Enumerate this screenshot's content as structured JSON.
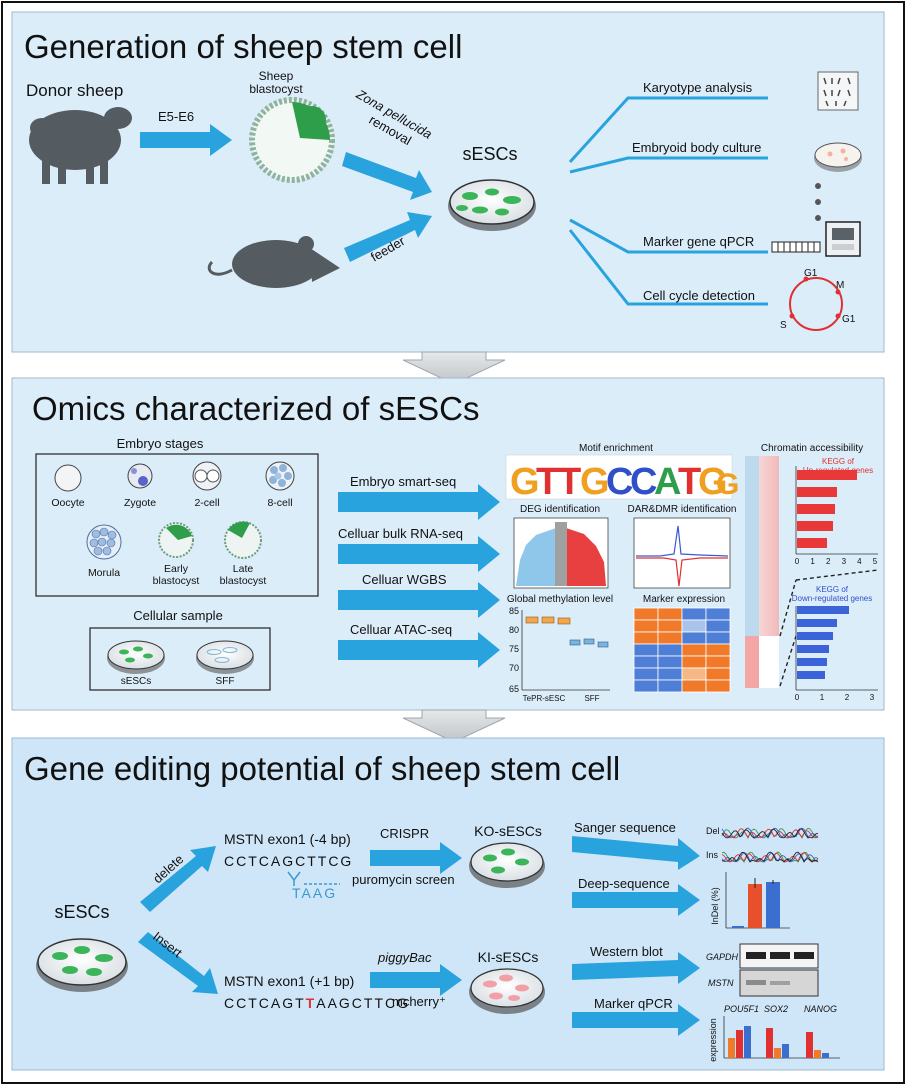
{
  "panel1": {
    "title": "Generation of sheep stem cell",
    "donor": "Donor sheep",
    "stage": "E5-E6",
    "blastocyst_line1": "Sheep",
    "blastocyst_line2": "blastocyst",
    "zona_line1": "Zona pellucida",
    "zona_line2": "removal",
    "feeder": "feeder",
    "sescs": "sESCs",
    "analyses": [
      "Karyotype analysis",
      "Embryoid body culture",
      "Marker gene qPCR",
      "Cell cycle detection"
    ],
    "cycle": {
      "g1_top": "G1",
      "m": "M",
      "s": "S",
      "g1_right": "G1"
    }
  },
  "panel2": {
    "title": "Omics characterized of sESCs",
    "embryo_box_title": "Embryo stages",
    "stages": [
      "Oocyte",
      "Zygote",
      "2-cell",
      "8-cell",
      "Morula"
    ],
    "early_line1": "Early",
    "early_line2": "blastocyst",
    "late_line1": "Late",
    "late_line2": "blastocyst",
    "cellular_title": "Cellular sample",
    "cellular_samples": [
      "sESCs",
      "SFF"
    ],
    "methods": [
      "Embryo smart-seq",
      "Celluar bulk RNA-seq",
      "Celluar WGBS",
      "Celluar ATAC-seq"
    ],
    "motif_title": "Motif enrichment",
    "motif_letters": [
      "G",
      "T",
      "T",
      "G",
      "C",
      "C",
      "A",
      "T",
      "G",
      "G"
    ],
    "deg_title": "DEG identification",
    "dar_title": "DAR&DMR identification",
    "methylation_title": "Global methylation level",
    "methylation_ticks": [
      "85",
      "80",
      "75",
      "70",
      "65"
    ],
    "methylation_groups": [
      "TePR-sESC",
      "SFF"
    ],
    "marker_title": "Marker expression",
    "chromatin_title": "Chromatin accessibility",
    "kegg_up_line1": "KEGG of",
    "kegg_up_line2": "Up-regulated genes",
    "kegg_down_line1": "KEGG of",
    "kegg_down_line2": "Down-regulated genes",
    "kegg_up_ticks": [
      "0",
      "1",
      "2",
      "3",
      "4",
      "5"
    ],
    "kegg_down_ticks": [
      "0",
      "1",
      "2",
      "3"
    ]
  },
  "panel3": {
    "title": "Gene editing potential of sheep stem cell",
    "sescs": "sESCs",
    "delete": "delete",
    "insert": "Insert",
    "mstn_del": "MSTN exon1 (-4 bp)",
    "seq_del": "CCTCAGCTTCG",
    "taag": "TAAG",
    "crispr": "CRISPR",
    "puromycin": "puromycin screen",
    "ko": "KO-sESCs",
    "mstn_ins": "MSTN exon1 (+1 bp)",
    "seq_ins_a": "CCTCAGT",
    "seq_ins_b": "T",
    "seq_ins_c": "AAGCTTCG",
    "piggybac": "piggyBac",
    "mcherry": "mcherry⁺",
    "ki": "KI-sESCs",
    "sanger": "Sanger sequence",
    "del": "Del",
    "ins": "Ins",
    "deep": "Deep-sequence",
    "indel_axis": "InDel (%)",
    "western": "Western blot",
    "gapdh": "GAPDH",
    "mstn": "MSTN",
    "marker_qpcr": "Marker qPCR",
    "genes": [
      "POU5F1",
      "SOX2",
      "NANOG"
    ],
    "expression_axis": "expression"
  },
  "colors": {
    "panel_fill": "#dbeefb",
    "panel_fill_alt": "#cde6f8",
    "arrow": "#29a3dd",
    "green": "#2e9e4a",
    "red": "#e03030",
    "blue": "#3a6fd0",
    "orange": "#f07a2a"
  }
}
